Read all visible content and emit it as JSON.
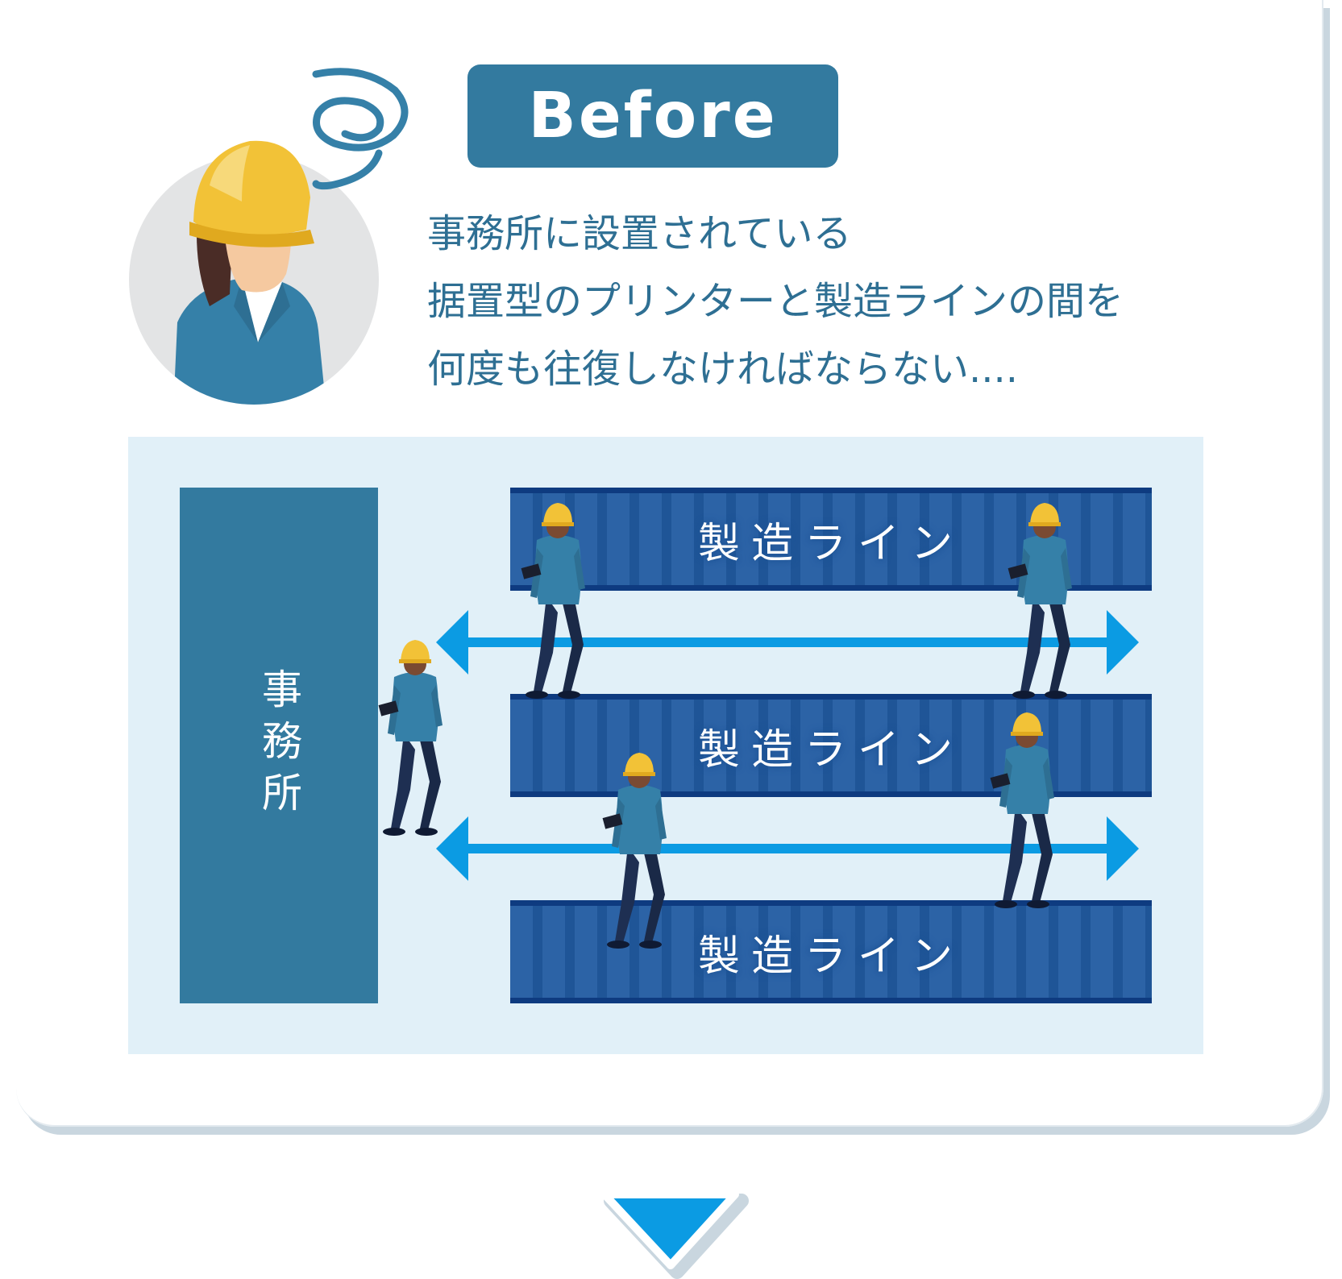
{
  "badge": {
    "label": "Before"
  },
  "description": {
    "lines": [
      "事務所に設置されている",
      "据置型のプリンターと製造ラインの間を",
      "何度も往復しなければならない...."
    ]
  },
  "diagram": {
    "office_label": "事務所",
    "lines": [
      {
        "label": "製造ライン"
      },
      {
        "label": "製造ライン"
      },
      {
        "label": "製造ライン"
      }
    ]
  },
  "colors": {
    "badge": "#337a9f",
    "text": "#2e6f93",
    "floor": "#e1f0f8",
    "office": "#337a9f",
    "production_line": "#1f5597",
    "arrow": "#0b9be3",
    "helmet": "#f2c237"
  },
  "icons": [
    "worker-avatar-icon",
    "dizzy-swirl-icon",
    "worker-icon",
    "double-arrow-icon",
    "down-triangle-icon"
  ]
}
